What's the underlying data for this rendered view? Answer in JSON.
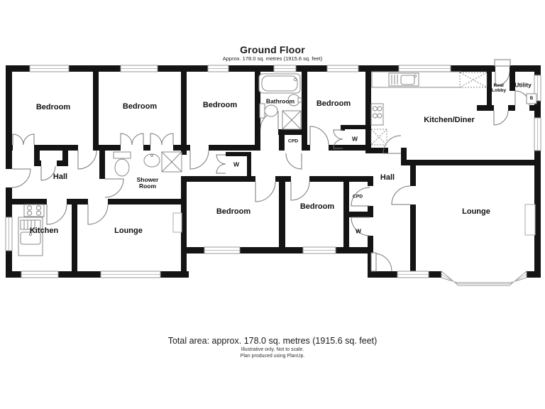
{
  "header": {
    "title": "Ground Floor",
    "subtitle": "Approx. 178.0 sq. metres (1915.6 sq. feet)"
  },
  "footer": {
    "total_area": "Total area: approx. 178.0 sq. metres (1915.6 sq. feet)",
    "disclaimer_line1": "Illustrative only.  Not to scale.",
    "disclaimer_line2": "Plan produced using PlanUp."
  },
  "rooms": {
    "bedroom_1": {
      "label": "Bedroom"
    },
    "bedroom_2": {
      "label": "Bedroom"
    },
    "bedroom_3": {
      "label": "Bedroom"
    },
    "bathroom": {
      "label": "Bathroom"
    },
    "bedroom_4": {
      "label": "Bedroom"
    },
    "kitchen_diner": {
      "label": "Kitchen/Diner"
    },
    "rear_lobby": {
      "label": "Rear Lobby"
    },
    "utility": {
      "label": "Utility"
    },
    "hall_left": {
      "label": "Hall"
    },
    "shower_room": {
      "label": "Shower Room"
    },
    "kitchen": {
      "label": "Kitchen"
    },
    "lounge_left": {
      "label": "Lounge"
    },
    "bedroom_5": {
      "label": "Bedroom"
    },
    "bedroom_6": {
      "label": "Bedroom"
    },
    "hall_right": {
      "label": "Hall"
    },
    "lounge_right": {
      "label": "Lounge"
    }
  },
  "storage": {
    "wardrobe_hall": {
      "label": "W"
    },
    "wardrobe_bed4": {
      "label": "W"
    },
    "wardrobe_hall_right": {
      "label": "W"
    },
    "cupboard_bathroom": {
      "label": "CPD"
    },
    "cupboard_hall_right": {
      "label": "CPD"
    },
    "boiler": {
      "label": "B"
    }
  },
  "colors": {
    "wall": "#141414",
    "thin_line": "#777777",
    "window_edge": "#999999"
  }
}
